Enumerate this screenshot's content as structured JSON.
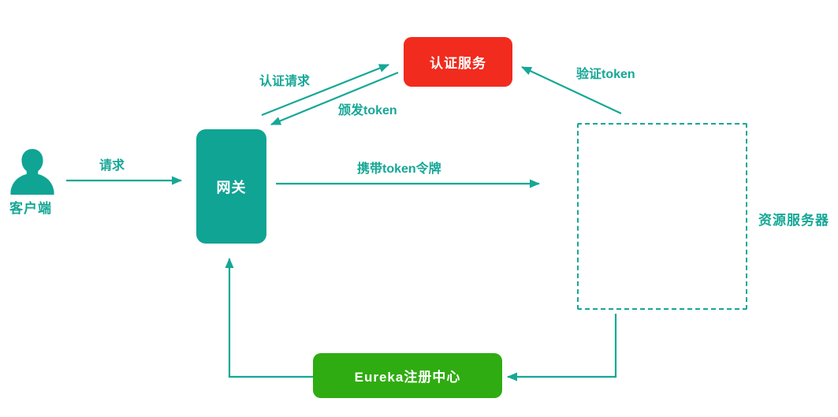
{
  "diagram": {
    "type": "flow-diagram",
    "topic": "gateway-token-authentication-flow",
    "nodes": {
      "client": {
        "label": "客户端",
        "shape": "person-icon",
        "color": "#10a494",
        "text_color": "#16a796"
      },
      "gateway": {
        "label": "网关",
        "shape": "rounded-rect",
        "color": "#10a494",
        "text_color": "#ffffff"
      },
      "auth_service": {
        "label": "认证服务",
        "shape": "rounded-rect",
        "color": "#f12b1e",
        "text_color": "#ffffff"
      },
      "resource_server": {
        "label": "资源服务器",
        "shape": "dashed-rect",
        "border_color": "#16a796",
        "fill": "#ffffff",
        "text_color": "#16a796"
      },
      "eureka": {
        "label": "Eureka注册中心",
        "shape": "rounded-rect",
        "color": "#2fac11",
        "text_color": "#ffffff"
      }
    },
    "edges": [
      {
        "id": "request",
        "label": "请求",
        "from": "client",
        "to": "gateway"
      },
      {
        "id": "auth-request",
        "label": "认证请求",
        "from": "gateway",
        "to": "auth_service"
      },
      {
        "id": "issue-token",
        "label": "颁发token",
        "from": "auth_service",
        "to": "gateway"
      },
      {
        "id": "carry-token",
        "label": "携带token令牌",
        "from": "gateway",
        "to": "resource_server"
      },
      {
        "id": "verify-token",
        "label": "验证token",
        "from": "resource_server",
        "to": "auth_service"
      },
      {
        "id": "resource-to-eureka",
        "label": "",
        "from": "resource_server",
        "to": "eureka"
      },
      {
        "id": "eureka-to-gateway",
        "label": "",
        "from": "eureka",
        "to": "gateway"
      }
    ],
    "colors": {
      "arrow": "#16a796",
      "label": "#16a796",
      "teal_node": "#10a494",
      "red_node": "#f12b1e",
      "green_node": "#2fac11",
      "background": "#ffffff"
    }
  }
}
